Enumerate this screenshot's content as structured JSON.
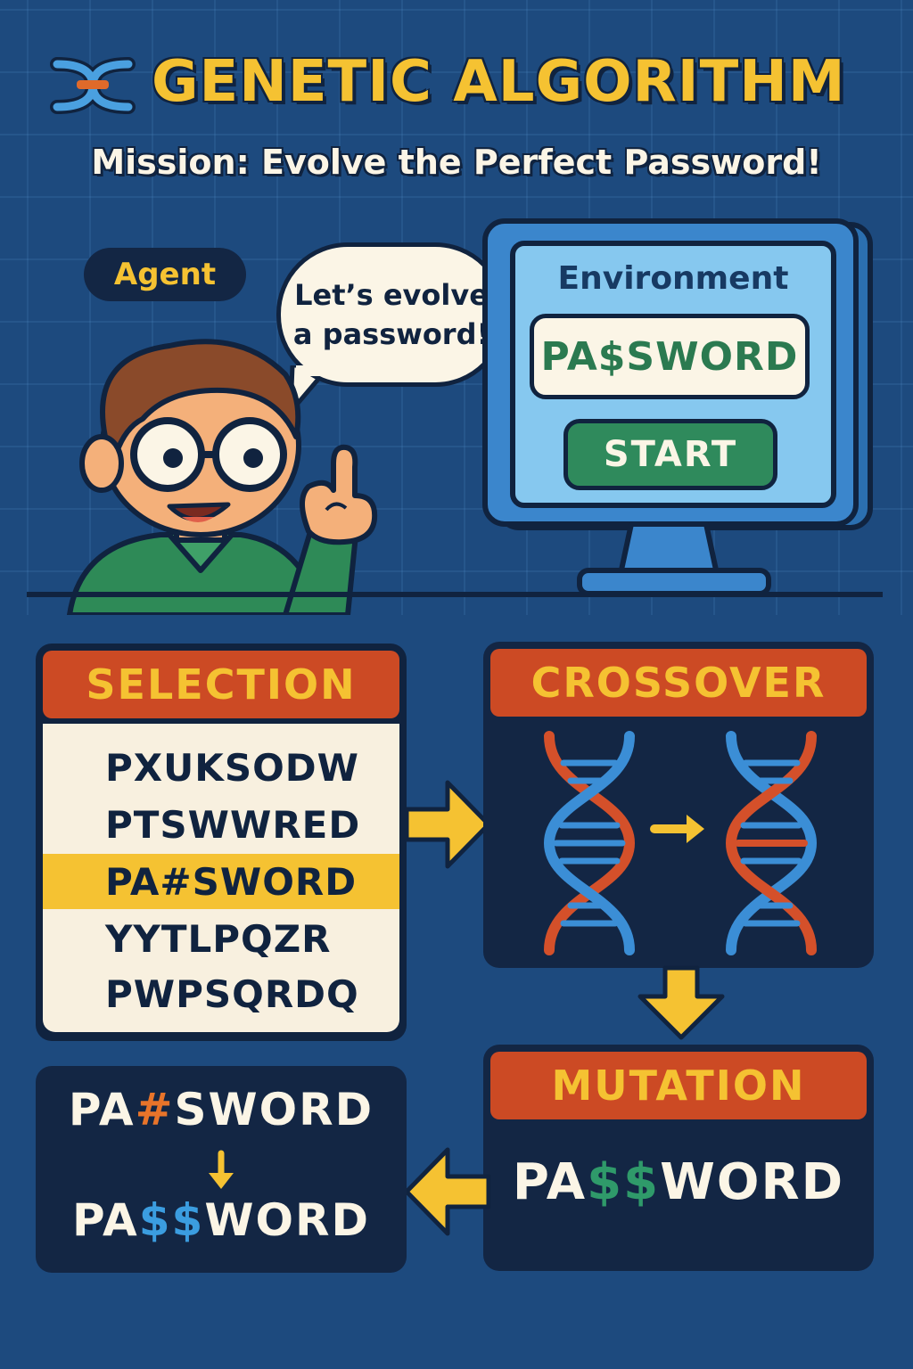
{
  "header": {
    "title": "GENETIC ALGORITHM",
    "subtitle": "Mission: Evolve the Perfect Password!"
  },
  "scene": {
    "agent_label": "Agent",
    "speech_line1": "Let’s evolve",
    "speech_line2": "a password!",
    "environment": {
      "label": "Environment",
      "field_value": "PA$SWORD",
      "start_button": "START"
    }
  },
  "selection": {
    "title": "SELECTION",
    "candidates": [
      "PXUKSODW",
      "PTSWWRED",
      "PA#SWORD",
      "YYTLPQZR",
      "PWPSQRDQ"
    ]
  },
  "crossover": {
    "title": "CROSSOVER"
  },
  "mutation": {
    "title": "MUTATION",
    "result": {
      "prefix": "PA",
      "changed": "$$",
      "suffix": "WORD"
    }
  },
  "comparison": {
    "before": {
      "prefix": "PA",
      "changed": "#",
      "suffix": "SWORD"
    },
    "after": {
      "prefix": "PA",
      "changed": "$$",
      "suffix": "WORD"
    }
  },
  "colors": {
    "background": "#1d4a7e",
    "accent_yellow": "#f5c232",
    "header_red": "#cc4a24",
    "dark_panel": "#132644",
    "green": "#2f8a5c",
    "blue_strand": "#3b8ed6",
    "red_strand": "#d4502a"
  }
}
